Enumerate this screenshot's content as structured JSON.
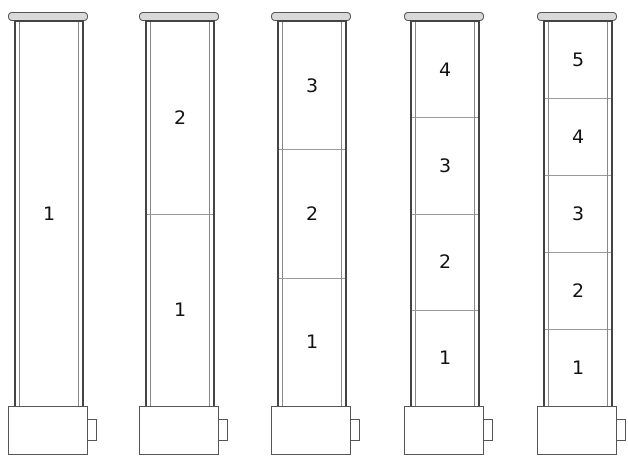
{
  "columns": [
    {
      "segments": [
        "1"
      ]
    },
    {
      "segments": [
        "2",
        "1"
      ]
    },
    {
      "segments": [
        "3",
        "2",
        "1"
      ]
    },
    {
      "segments": [
        "4",
        "3",
        "2",
        "1"
      ]
    },
    {
      "segments": [
        "5",
        "4",
        "3",
        "2",
        "1"
      ]
    }
  ]
}
